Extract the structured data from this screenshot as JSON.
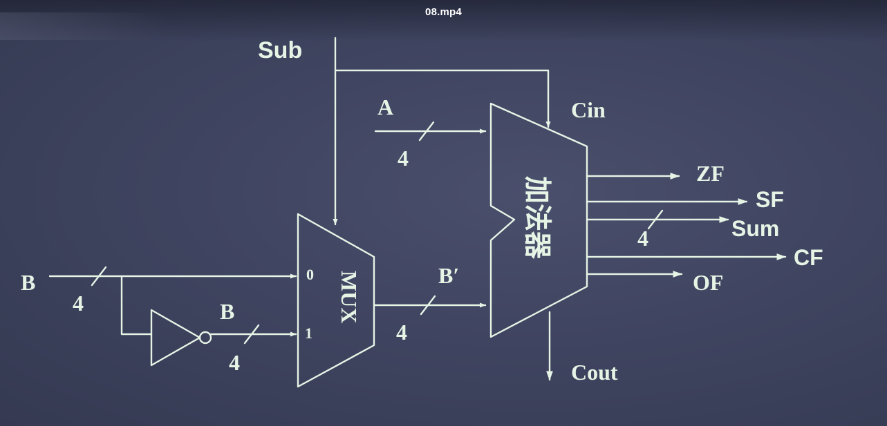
{
  "player": {
    "title": "08.mp4"
  },
  "diagram": {
    "inputs": {
      "sub": "Sub",
      "a": "A",
      "cin": "Cin",
      "b": "B",
      "b_inverted": "B",
      "b_prime": "B′"
    },
    "blocks": {
      "mux": "MUX",
      "mux_in0": "0",
      "mux_in1": "1",
      "adder": "加法器"
    },
    "bus_widths": {
      "a": "4",
      "b": "4",
      "b_inverted": "4",
      "b_prime": "4",
      "sum": "4"
    },
    "outputs": {
      "zf": "ZF",
      "sf": "SF",
      "sum": "Sum",
      "cf": "CF",
      "of": "OF",
      "cout": "Cout"
    },
    "colors": {
      "wire": "#e6f4e6",
      "background": "#3f4460"
    }
  }
}
